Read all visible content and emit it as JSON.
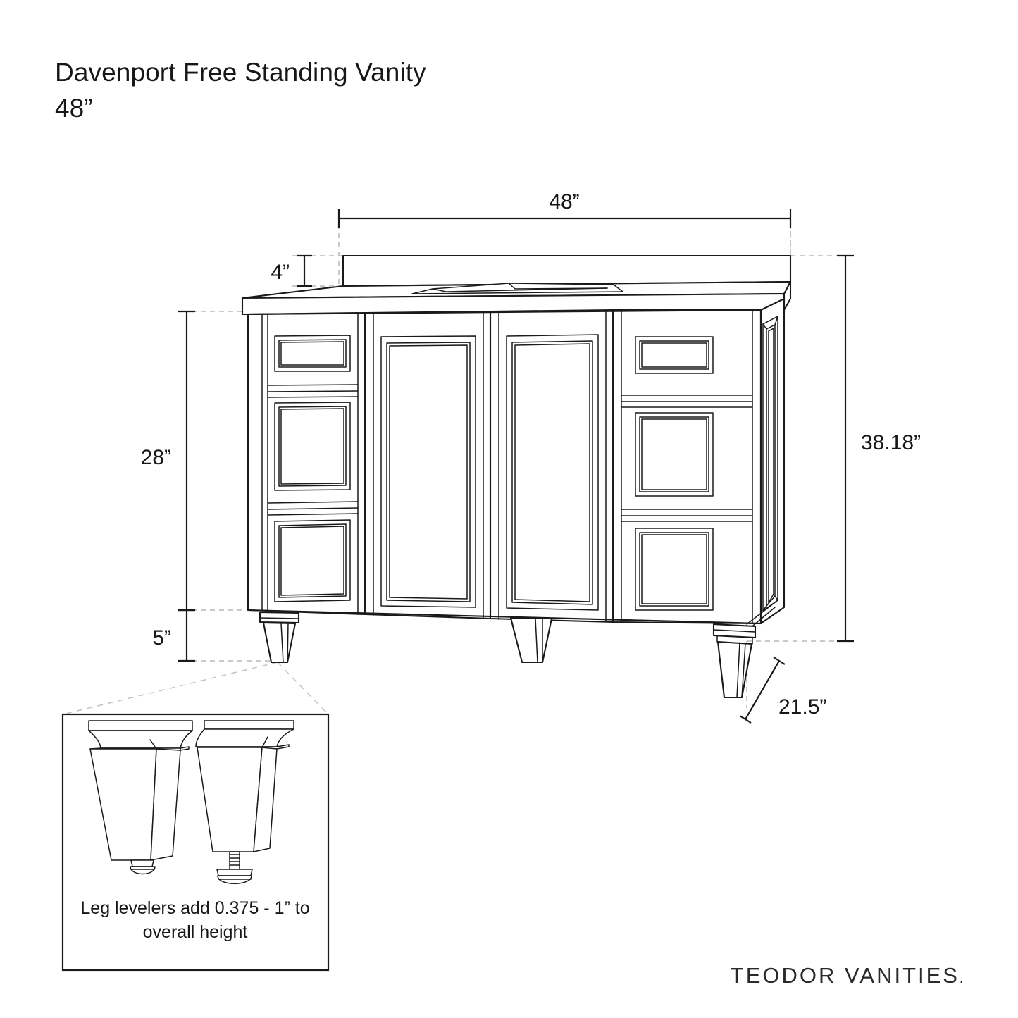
{
  "title": {
    "product_name": "Davenport Free Standing Vanity",
    "size": "48”"
  },
  "brand": {
    "name": "TEODOR VANITIES",
    "mark": "."
  },
  "dimensions": {
    "width": "48”",
    "backsplash_height": "4”",
    "counter_height": "28”",
    "leg_height": "5”",
    "overall_height": "38.18”",
    "depth": "21.5”"
  },
  "leg_detail": {
    "caption_line1": "Leg levelers add 0.375 - 1” to",
    "caption_line2": "overall height"
  },
  "drawing": {
    "type": "technical-line-drawing",
    "subject": "bathroom vanity, three-quarter isometric view",
    "components": [
      "backsplash",
      "countertop with integrated sink basin",
      "left drawer bank (3 drawers)",
      "left cabinet door (raised panel)",
      "right cabinet door (raised panel)",
      "right drawer bank (3 drawers)",
      "right side panel (recessed panel)",
      "three tapered legs"
    ],
    "line_color": "#1a1a1a",
    "extension_line_color": "#b9b9b9",
    "fill_color": "#ffffff"
  }
}
